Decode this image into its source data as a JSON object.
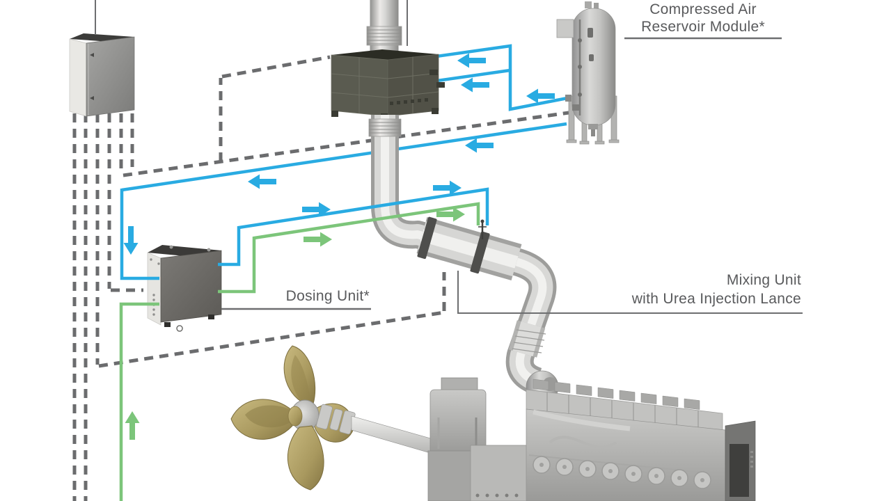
{
  "diagram": {
    "labels": {
      "compressed_air_reservoir": {
        "line1": "Compressed Air",
        "line2": "Reservoir Module*"
      },
      "dosing_unit": {
        "text": "Dosing Unit*"
      },
      "mixing_unit": {
        "line1": "Mixing Unit",
        "line2": "with Urea Injection Lance"
      }
    }
  },
  "colors": {
    "air_line_blue": "#29abe2",
    "urea_line_green": "#7cc57a",
    "cable_dash_gray": "#6b6c6e",
    "leader_line_gray": "#6d6e70",
    "label_text_gray": "#595a5c"
  }
}
